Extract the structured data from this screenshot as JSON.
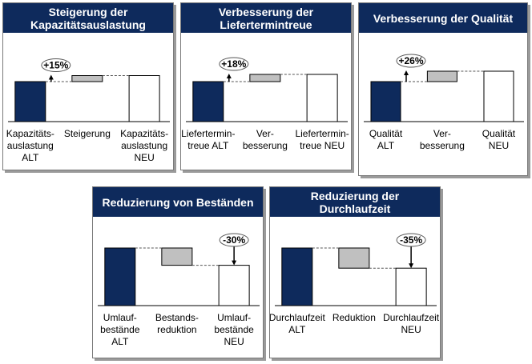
{
  "colors": {
    "header_bg": "#0e2a5c",
    "header_text": "#ffffff",
    "bar_old": "#0e2a5c",
    "bar_change": "#c0c0c0",
    "bar_new": "#ffffff"
  },
  "chart_data": [
    {
      "type": "bar",
      "title": "Steigerung der\nKapazitätsauslastung",
      "categories": [
        "Kapazitäts-\nauslastung\nALT",
        "Steigerung",
        "Kapazitäts-\nauslastung\nNEU"
      ],
      "values": [
        100,
        15,
        115
      ],
      "annotation": "+15%",
      "direction": "up"
    },
    {
      "type": "bar",
      "title": "Verbesserung der\nLiefertermintreue",
      "categories": [
        "Liefertermin-\ntreue ALT",
        "Ver-\nbesserung",
        "Liefertermin-\ntreue NEU"
      ],
      "values": [
        100,
        18,
        118
      ],
      "annotation": "+18%",
      "direction": "up"
    },
    {
      "type": "bar",
      "title": "Verbesserung der Qualität",
      "categories": [
        "Qualität\nALT",
        "Ver-\nbesserung",
        "Qualität\nNEU"
      ],
      "values": [
        100,
        26,
        126
      ],
      "annotation": "+26%",
      "direction": "up"
    },
    {
      "type": "bar",
      "title": "Reduzierung von Beständen",
      "categories": [
        "Umlauf-\nbestände\nALT",
        "Bestands-\nreduktion",
        "Umlauf-\nbestände\nNEU"
      ],
      "values": [
        100,
        -30,
        70
      ],
      "annotation": "-30%",
      "direction": "down"
    },
    {
      "type": "bar",
      "title": "Reduzierung der\nDurchlaufzeit",
      "categories": [
        "Durchlaufzeit\nALT",
        "Reduktion",
        "Durchlaufzeit\nNEU"
      ],
      "values": [
        100,
        -35,
        65
      ],
      "annotation": "-35%",
      "direction": "down"
    }
  ]
}
